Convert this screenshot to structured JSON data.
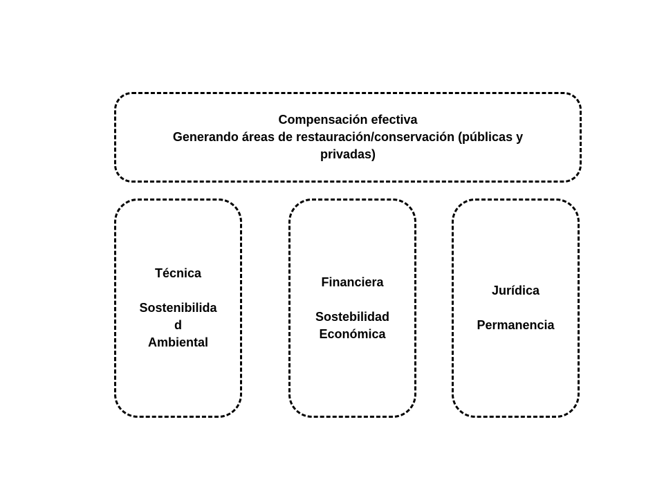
{
  "top": {
    "lines": [
      "Compensación efectiva",
      "Generando áreas de restauración/conservación (públicas y",
      "privadas)"
    ]
  },
  "columns": [
    {
      "title": "Técnica",
      "subtitle_lines": [
        "Sostenibilida",
        "d",
        "Ambiental"
      ]
    },
    {
      "title": "Financiera",
      "subtitle_lines": [
        "Sostebilidad",
        "Económica"
      ]
    },
    {
      "title": "Jurídica",
      "subtitle_lines": [
        "Permanencia"
      ]
    }
  ]
}
